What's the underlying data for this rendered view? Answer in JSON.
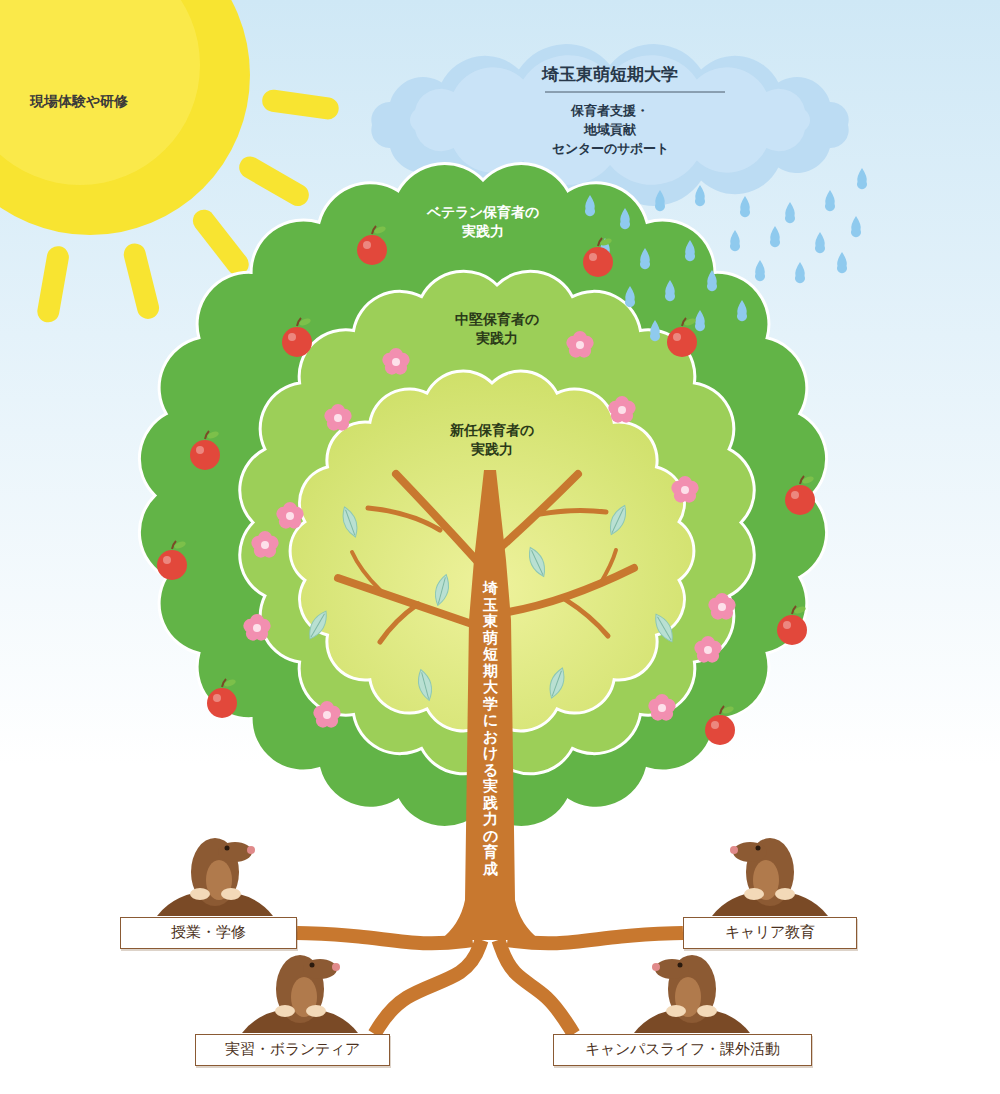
{
  "diagram": {
    "nodes": [
      {
        "text": [
          "現場体験や研修"
        ]
      },
      {
        "text": [
          "埼玉東萌短期大学",
          "保育者支援・地域貢献 センターのサポート"
        ]
      },
      {
        "text": [
          "ベテラン保育者の 実践力"
        ]
      },
      {
        "text": [
          "中堅保育者の 実践力"
        ],
        "in": 2
      },
      {
        "text": [
          "新任保育者の 実践力"
        ],
        "in": 3
      },
      {
        "text": [
          "埼玉東萌短期大学における実践力の育成"
        ]
      },
      {
        "text": [
          "授業・学修"
        ]
      },
      {
        "text": [
          "キャリア教育"
        ]
      },
      {
        "text": [
          "実習・ボランティア"
        ]
      },
      {
        "text": [
          "キャンパスライフ・課外活動"
        ]
      }
    ],
    "edges": [
      {
        "from": 5,
        "to": 6,
        "arrow": "none"
      },
      {
        "from": 5,
        "to": 7,
        "arrow": "none"
      },
      {
        "from": 5,
        "to": 8,
        "arrow": "none"
      },
      {
        "from": 5,
        "to": 9,
        "arrow": "none"
      }
    ]
  }
}
